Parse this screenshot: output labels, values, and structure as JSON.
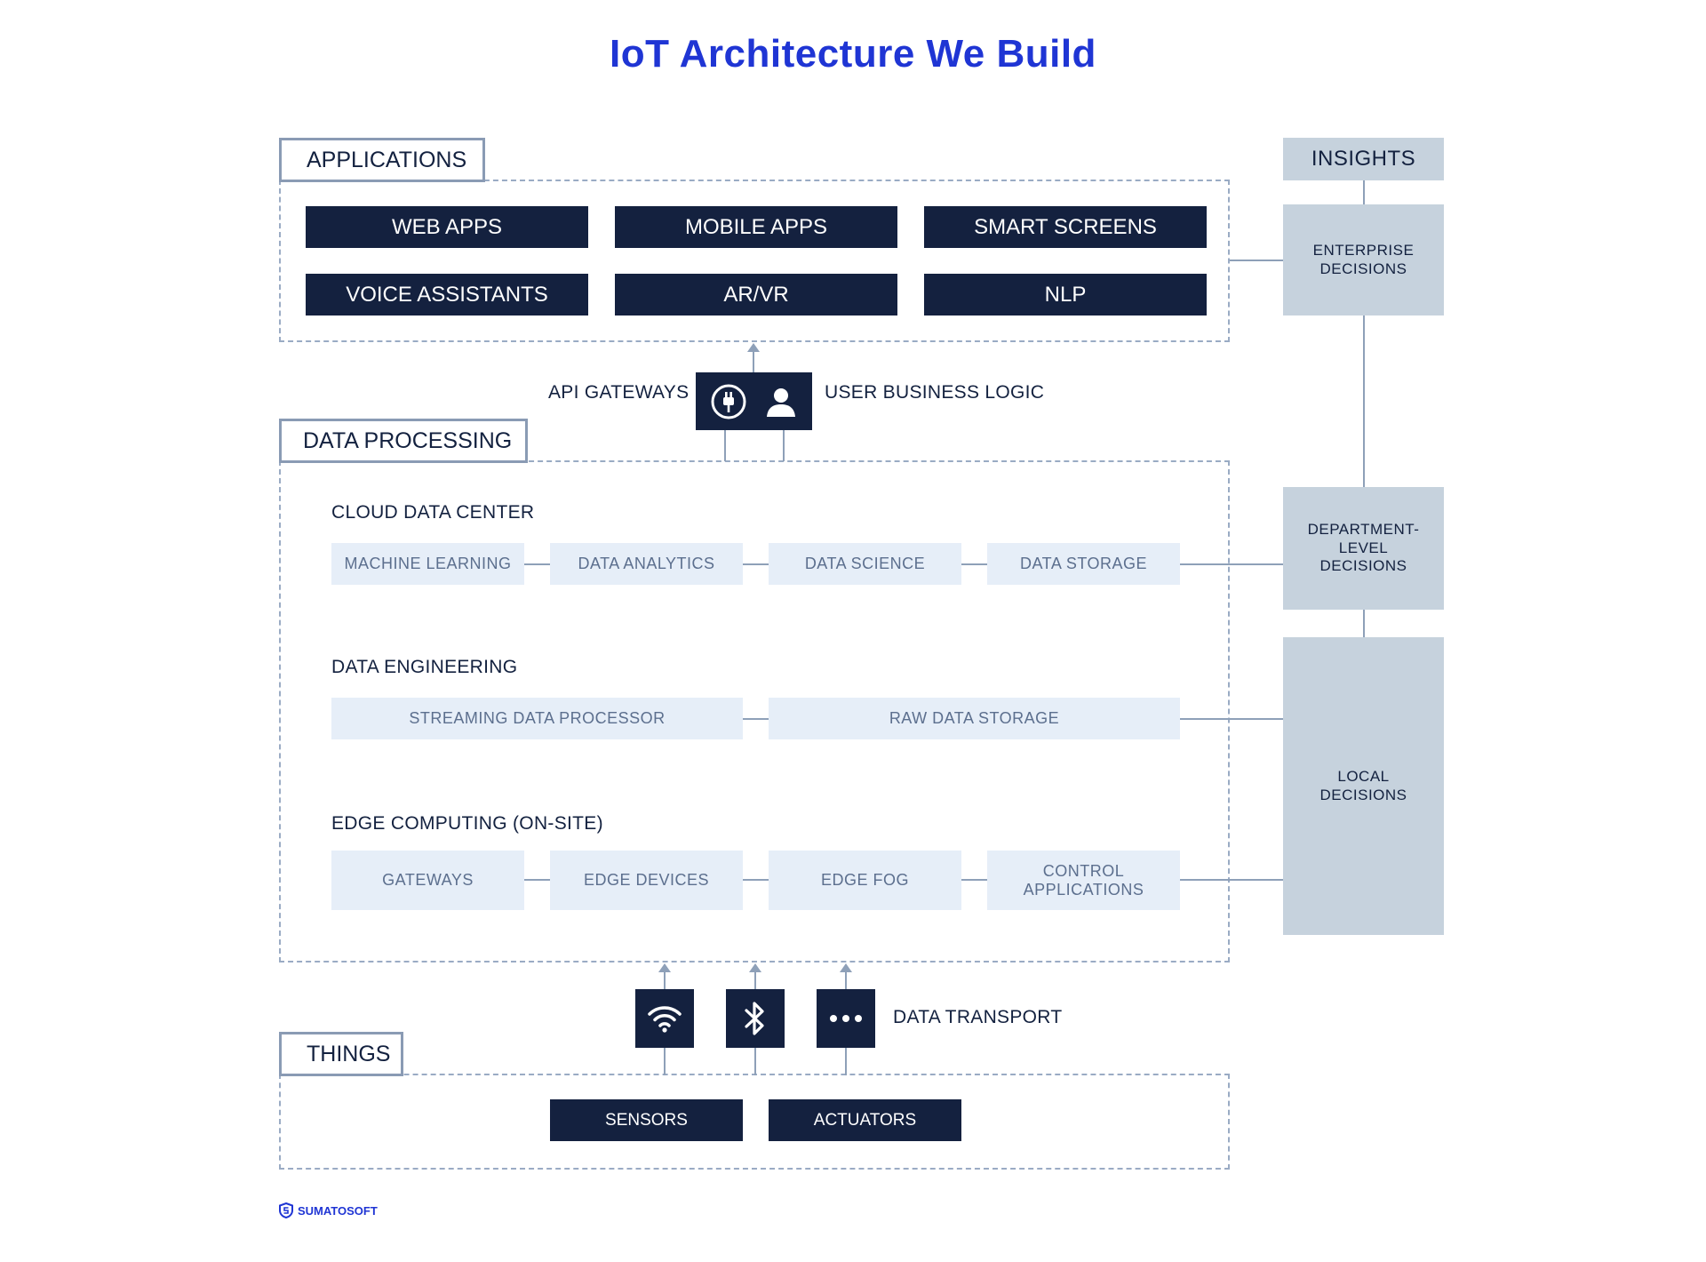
{
  "title": "IoT Architecture We Build",
  "applications": {
    "label": "APPLICATIONS",
    "items": [
      "WEB APPS",
      "MOBILE APPS",
      "SMART SCREENS",
      "VOICE ASSISTANTS",
      "AR/VR",
      "NLP"
    ]
  },
  "middle": {
    "api_gateways": "API GATEWAYS",
    "user_business_logic": "USER BUSINESS LOGIC",
    "icons": [
      "plug-icon",
      "user-icon"
    ]
  },
  "data_processing": {
    "label": "DATA PROCESSING",
    "cloud": {
      "title": "CLOUD DATA CENTER",
      "items": [
        "MACHINE LEARNING",
        "DATA ANALYTICS",
        "DATA SCIENCE",
        "DATA STORAGE"
      ]
    },
    "engineering": {
      "title": "DATA ENGINEERING",
      "items": [
        "STREAMING DATA PROCESSOR",
        "RAW DATA STORAGE"
      ]
    },
    "edge": {
      "title": "EDGE COMPUTING (ON-SITE)",
      "items": [
        "GATEWAYS",
        "EDGE DEVICES",
        "EDGE FOG",
        "CONTROL\nAPPLICATIONS"
      ]
    }
  },
  "transport": {
    "label": "DATA TRANSPORT",
    "icons": [
      "wifi-icon",
      "bluetooth-icon",
      "more-icon"
    ]
  },
  "things": {
    "label": "THINGS",
    "items": [
      "SENSORS",
      "ACTUATORS"
    ]
  },
  "insights": {
    "label": "INSIGHTS",
    "levels": [
      "ENTERPRISE\nDECISIONS",
      "DEPARTMENT-\nLEVEL\nDECISIONS",
      "LOCAL\nDECISIONS"
    ]
  },
  "brand": "SUMATOSOFT",
  "colors": {
    "title": "#1f35d4",
    "dark_box": "#14213f",
    "light_box": "#e6eef8",
    "insight_box": "#c6d2dd",
    "line": "#8ea0b8"
  }
}
